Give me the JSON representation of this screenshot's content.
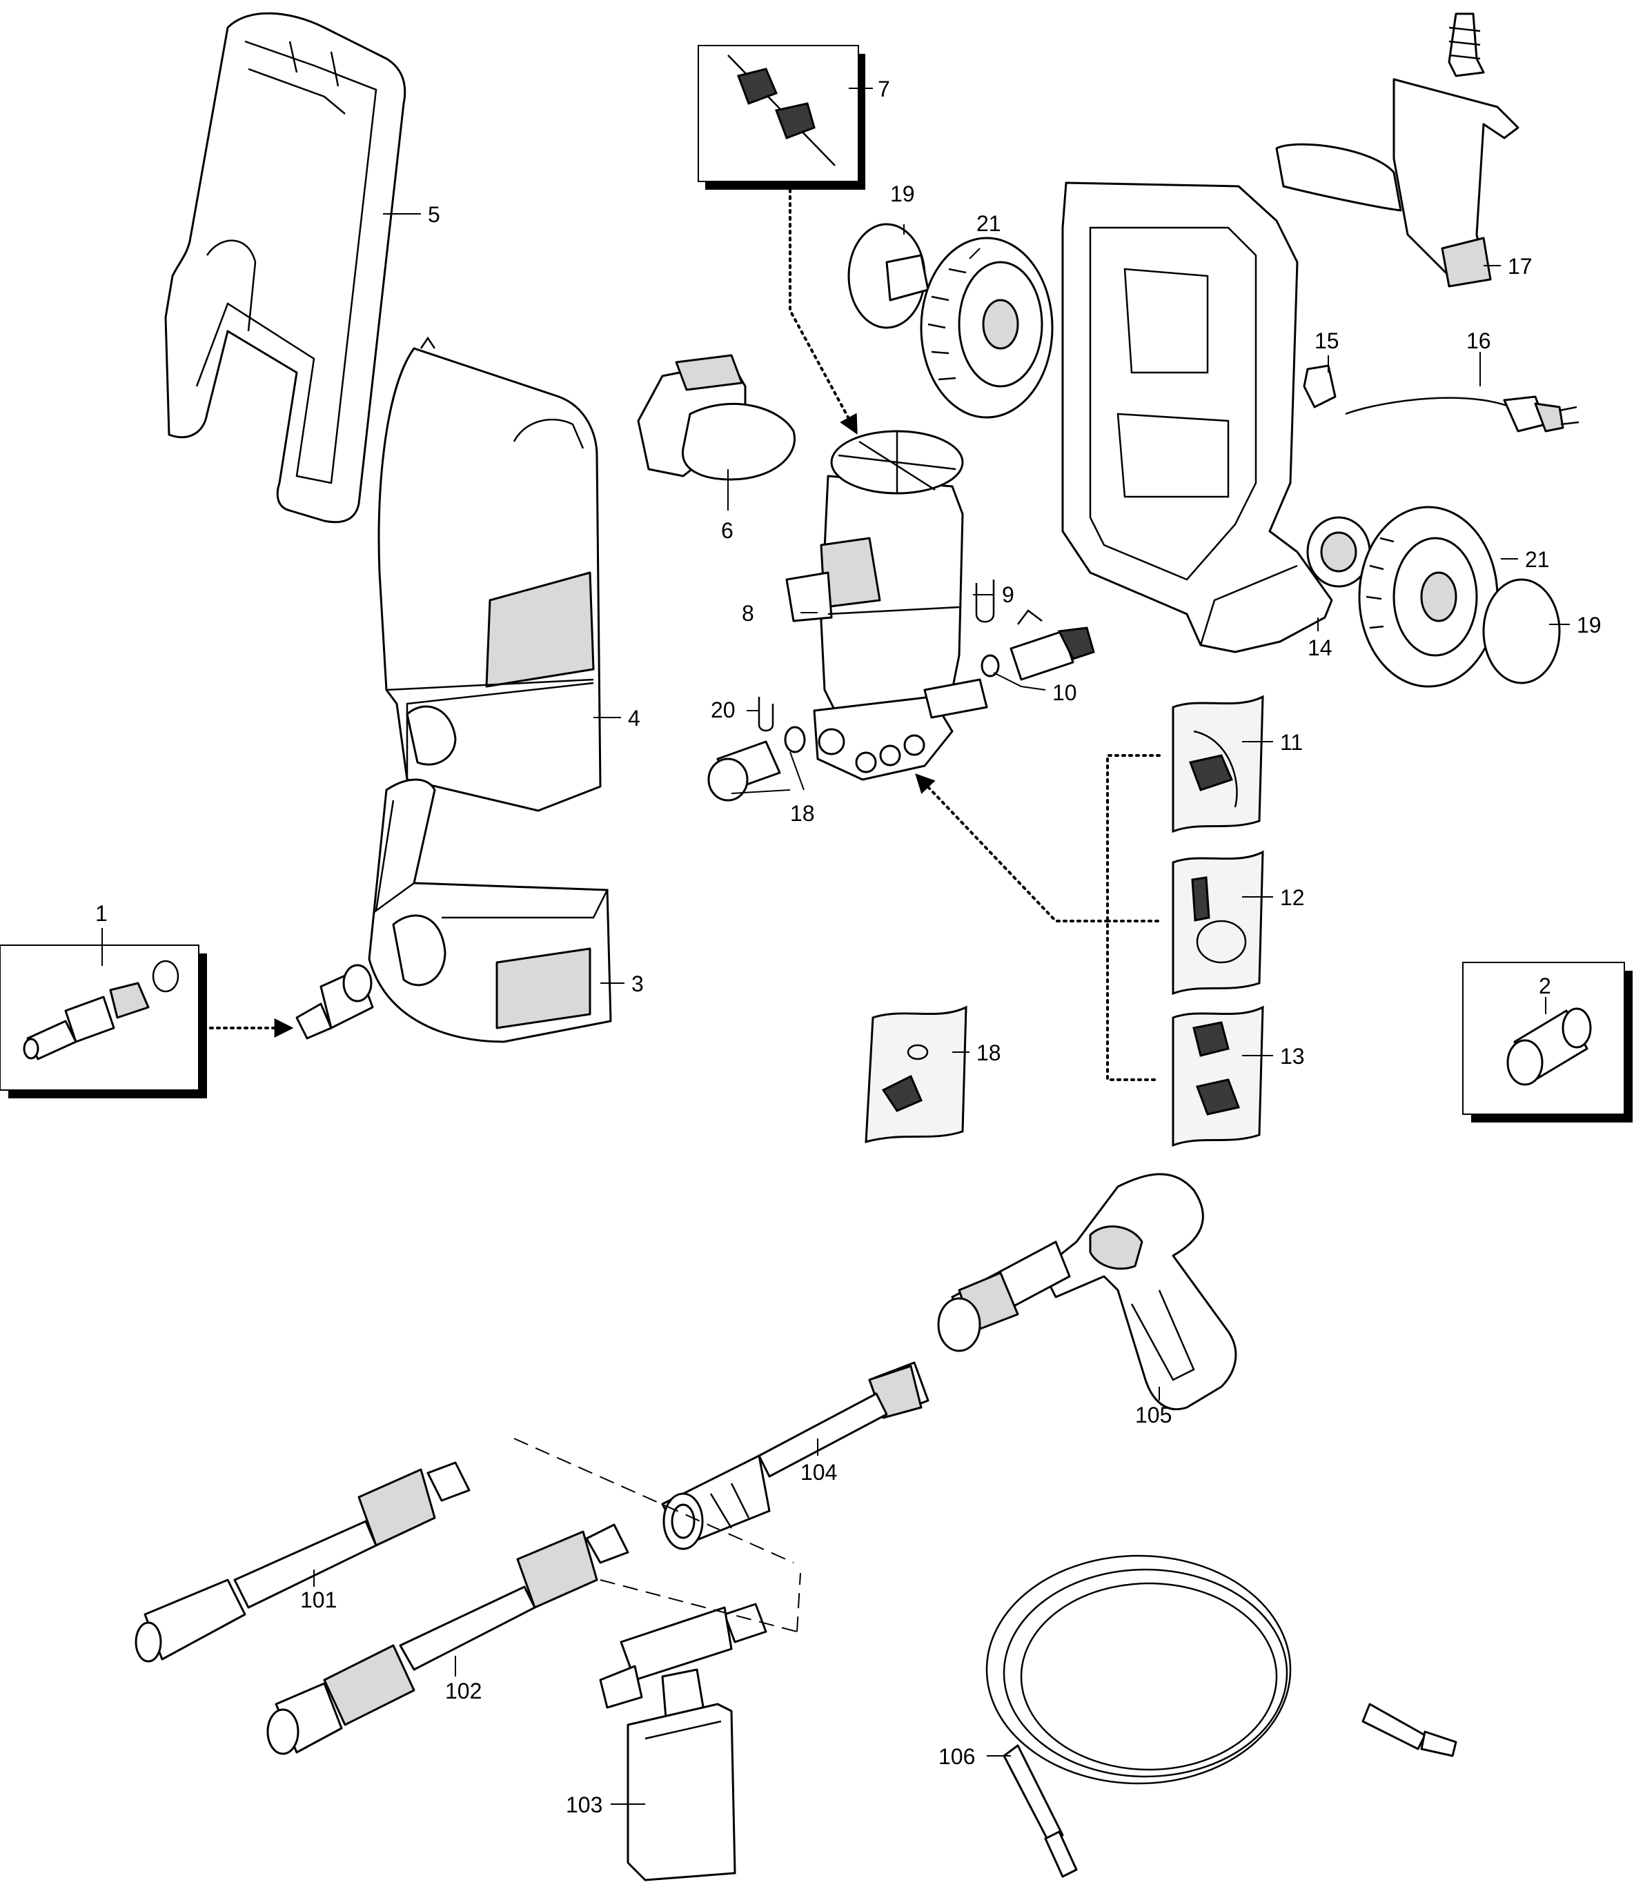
{
  "callouts": {
    "c1": "1",
    "c2": "2",
    "c3": "3",
    "c4": "4",
    "c5": "5",
    "c6": "6",
    "c7": "7",
    "c8": "8",
    "c9": "9",
    "c10": "10",
    "c11": "11",
    "c12": "12",
    "c13": "13",
    "c14": "14",
    "c15": "15",
    "c16": "16",
    "c17": "17",
    "c18a": "18",
    "c18b": "18",
    "c19a": "19",
    "c19b": "19",
    "c20": "20",
    "c21a": "21",
    "c21b": "21",
    "c101": "101",
    "c102": "102",
    "c103": "103",
    "c104": "104",
    "c105": "105",
    "c106": "106"
  }
}
